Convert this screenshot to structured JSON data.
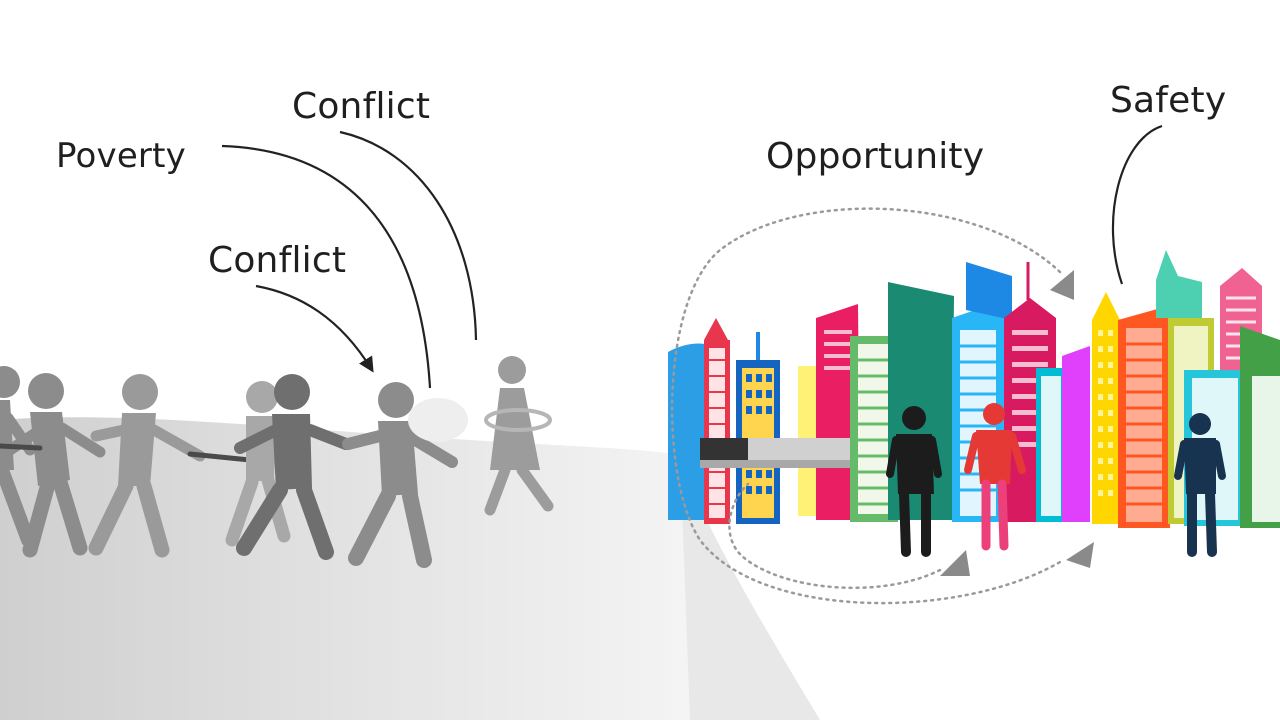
{
  "labels": {
    "poverty": "Poverty",
    "conflict_top": "Conflict",
    "conflict_mid": "Conflict",
    "opportunity": "Opportunity",
    "safety": "Safety"
  },
  "colors": {
    "figure_gray": "#8a8a8a",
    "figure_dark": "#6f6f6f",
    "ground_gray": "#d9d9d9",
    "arrow_line": "#222222",
    "dotted_loop": "#9a9a9a",
    "building_palette": [
      "#e8364c",
      "#1e88e5",
      "#8bc34a",
      "#ffd600",
      "#e91e63",
      "#26a69a",
      "#ff7043",
      "#7e57c2",
      "#00bcd4",
      "#cddc39"
    ]
  },
  "icons": [
    "person-figure",
    "city-skyline",
    "bridge-bar",
    "curved-arrow",
    "dotted-cycle-arrow"
  ]
}
